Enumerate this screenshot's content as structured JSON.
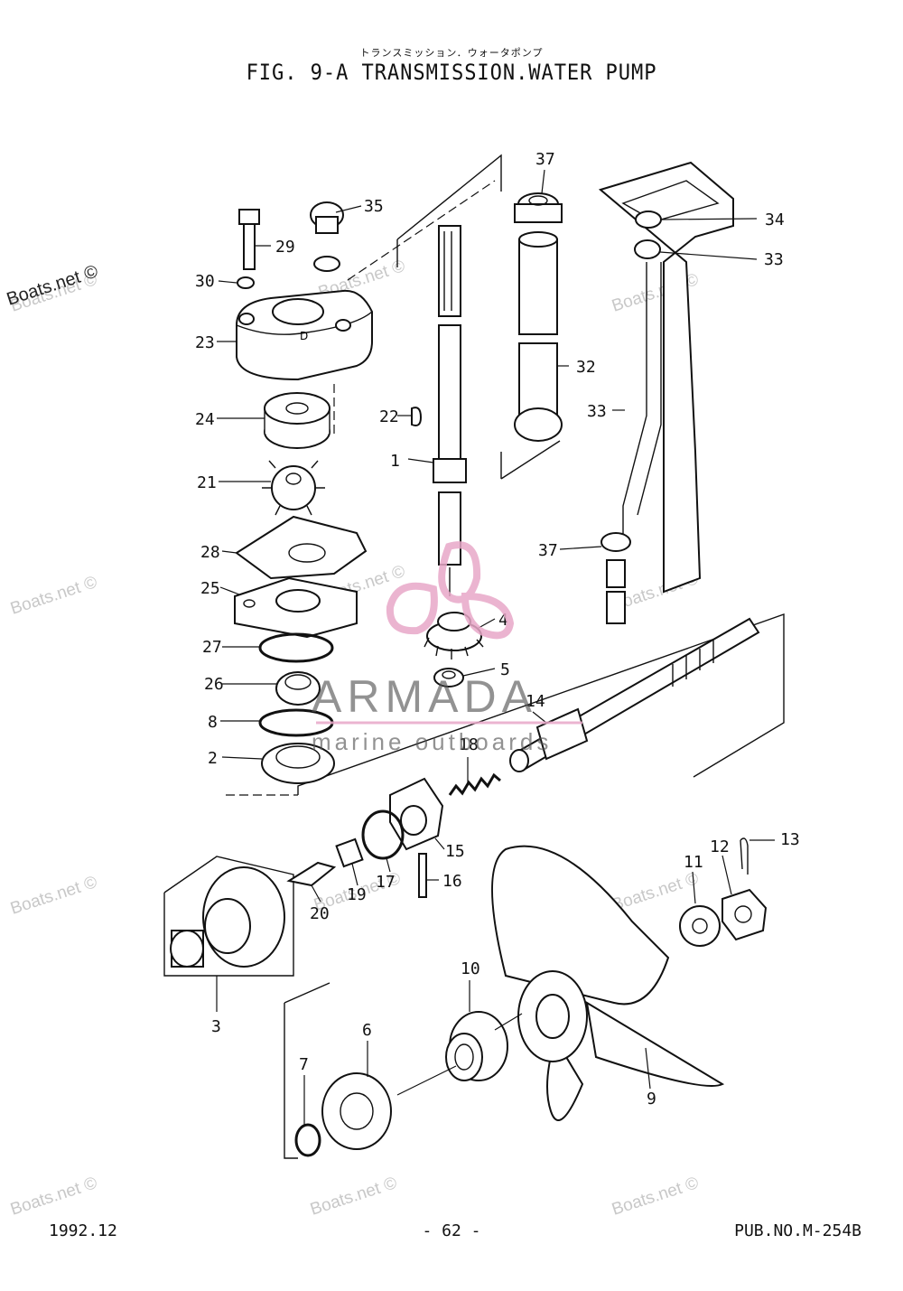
{
  "header": {
    "subtitle_jp": "トランスミッション．ウォータポンプ",
    "title": "FIG.  9-A TRANSMISSION.WATER PUMP"
  },
  "footer": {
    "date": "1992.12",
    "page": "- 62 -",
    "pub_no": "PUB.NO.M-254B"
  },
  "watermarks": {
    "boats": "Boats.net ©",
    "brand": "ARMADA",
    "brand_sub": "marine outboards"
  },
  "colors": {
    "line": "#111111",
    "watermark": "#c8c8c8",
    "brand_pink": "#e8a8c8"
  },
  "callouts": [
    "37",
    "35",
    "34",
    "29",
    "33",
    "30",
    "23",
    "32",
    "33",
    "24",
    "22",
    "1",
    "21",
    "37",
    "28",
    "25",
    "4",
    "27",
    "5",
    "26",
    "14",
    "8",
    "18",
    "2",
    "13",
    "12",
    "15",
    "11",
    "16",
    "17",
    "19",
    "20",
    "10",
    "3",
    "6",
    "7",
    "9"
  ]
}
